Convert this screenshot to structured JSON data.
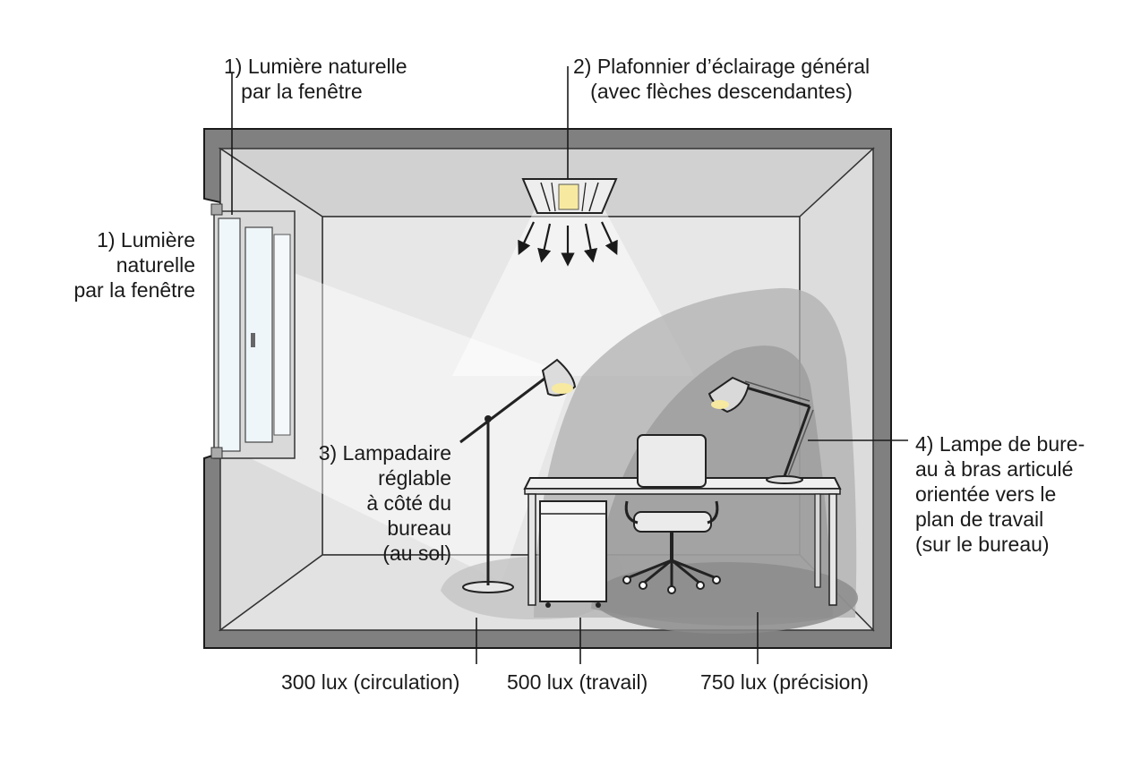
{
  "labels": {
    "window_top": "1) Lumière naturelle\n   par la fenêtre",
    "window_side": "1) Lumière\nnaturelle\npar la fenêtre",
    "ceiling": "2) Plafonnier d’éclairage général\n   (avec flèches descendantes)",
    "floor_lamp": "3) Lampadaire\nréglable\nà côté du\nbureau\n(au sol)",
    "desk_lamp": "4) Lampe de bure-\nau à bras articulé\norientée vers le\nplan de travail\n(sur le bureau)"
  },
  "zones": {
    "circulation": "300 lux (circulation)",
    "travail": "500 lux (travail)",
    "precision": "750 lux (précision)"
  },
  "colors": {
    "wall_frame": "#808080",
    "outline": "#1a1a1a",
    "zone_300": "#c8c8c8",
    "zone_500": "#b0b0b0",
    "zone_750": "#9a9a9a",
    "bulb": "#f7eaa0"
  }
}
